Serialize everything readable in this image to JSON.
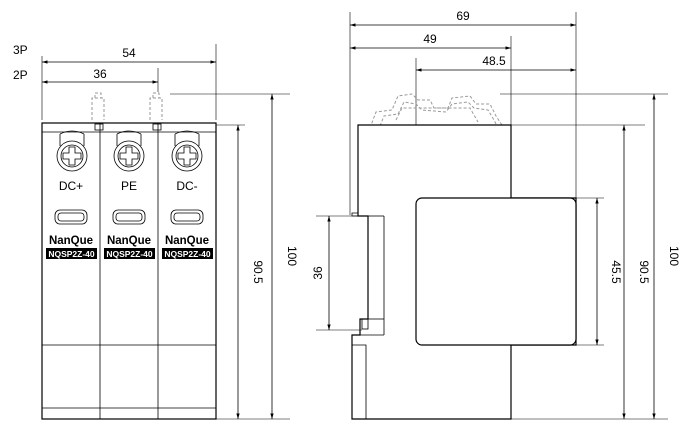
{
  "pole_labels": {
    "three_pole": "3P",
    "two_pole": "2P"
  },
  "front_view": {
    "dimensions": {
      "width_3p": "54",
      "width_2p": "36",
      "height_body": "90.5",
      "height_total": "100"
    },
    "poles": [
      {
        "terminal_label": "DC+",
        "brand": "NanQue",
        "model": "NQSP2Z-40"
      },
      {
        "terminal_label": "PE",
        "brand": "NanQue",
        "model": "NQSP2Z-40"
      },
      {
        "terminal_label": "DC-",
        "brand": "NanQue",
        "model": "NQSP2Z-40"
      }
    ]
  },
  "side_view": {
    "dimensions": {
      "depth_total": "69",
      "depth_mid": "49",
      "depth_front": "48.5",
      "rail": "36",
      "front_height": "45.5",
      "height_body": "90.5",
      "height_total": "100"
    }
  },
  "colors": {
    "line": "#000000",
    "phantom": "#9a9a9a",
    "model_badge": "#000000",
    "model_text": "#ffffff"
  }
}
